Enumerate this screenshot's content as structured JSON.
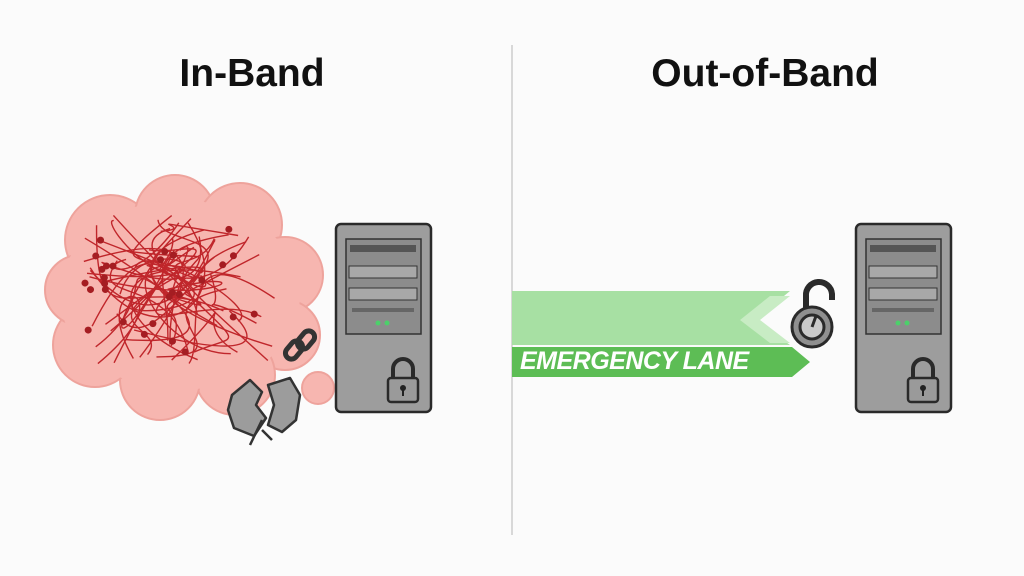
{
  "left_panel": {
    "title": "In-Band"
  },
  "right_panel": {
    "title": "Out-of-Band",
    "lane_label": "EMERGENCY LANE"
  },
  "colors": {
    "tangle": "#c0262b",
    "cloud": "#f7b3ad",
    "lane_light": "#a4dea0",
    "lane_dark": "#5cbc55",
    "server": "#9a9a9a",
    "led": "#4cd06a"
  }
}
